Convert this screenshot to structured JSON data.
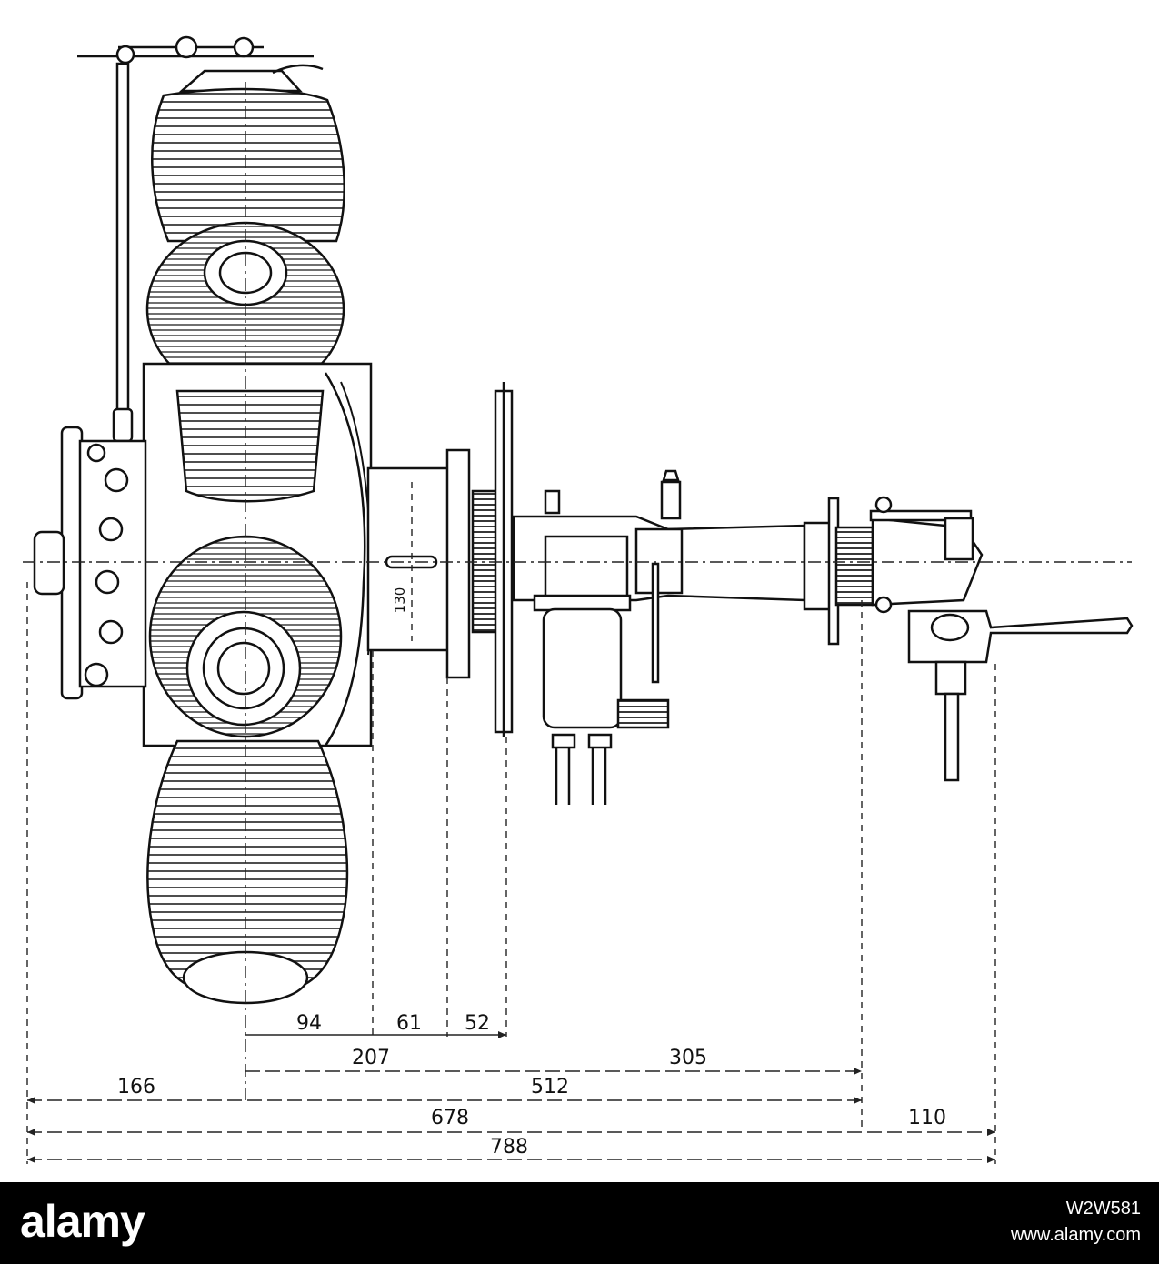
{
  "figure": {
    "dimensions": {
      "d94": "94",
      "d61": "61",
      "d52": "52",
      "d207": "207",
      "d305": "305",
      "d166": "166",
      "d512": "512",
      "d678": "678",
      "d110": "110",
      "d788": "788",
      "d130": "130"
    }
  },
  "footer": {
    "logo": "alamy",
    "image_id": "W2W581",
    "site": "www.alamy.com"
  }
}
